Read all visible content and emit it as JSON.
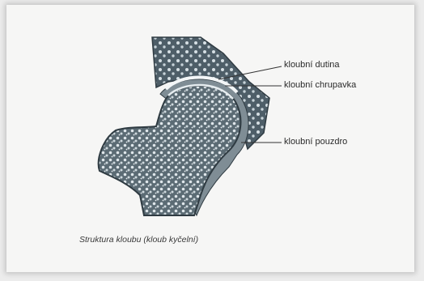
{
  "diagram": {
    "labels": {
      "cavity": "kloubní dutina",
      "cartilage": "kloubní chrupavka",
      "capsule": "kloubní pouzdro"
    },
    "caption": "Struktura kloubu (kloub kyčelní)"
  }
}
